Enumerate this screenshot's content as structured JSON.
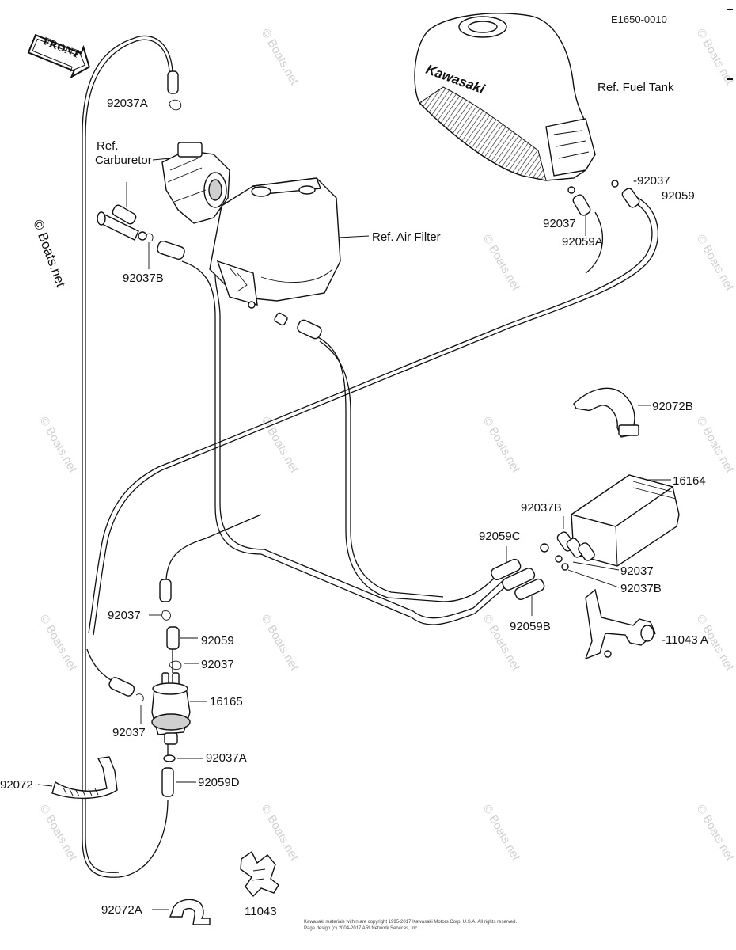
{
  "diagram_code": "E1650-0010",
  "front_arrow_label": "FRONT",
  "tank_brand": "Kawasaki",
  "references": {
    "fuel_tank": "Ref. Fuel Tank",
    "carburetor_line1": "Ref.",
    "carburetor_line2": "Carburetor",
    "air_filter": "Ref. Air Filter"
  },
  "part_labels": {
    "p92037A_top": "92037A",
    "p92037B_carb": "92037B",
    "p92037_tank": "-92037",
    "p92059_tank": "92059",
    "p92037_tank2": "92037",
    "p92059A": "92059A",
    "p92072B": "92072B",
    "p16164": "16164",
    "p92037B_canister": "92037B",
    "p92059C": "92059C",
    "p92037_canister": "92037",
    "p92037B_canister2": "92037B",
    "p92059B": "92059B",
    "p11043A": "-11043 A",
    "p92037_mid": "92037",
    "p92059_mid": "92059",
    "p92037_mid2": "92037",
    "p16165": "16165",
    "p92037_low": "92037",
    "p92037A_low": "92037A",
    "p92072": "92072",
    "p92059D": "92059D",
    "p92072A": "92072A",
    "p11043": "11043"
  },
  "watermark": "© Boats.net",
  "footer_lines": [
    "Kawasaki materials within are copyright 1995-2017 Kawasaki Motors Corp. U.S.A. All rights reserved.",
    "Page design (c) 2004-2017 ARI Network Services, Inc."
  ]
}
